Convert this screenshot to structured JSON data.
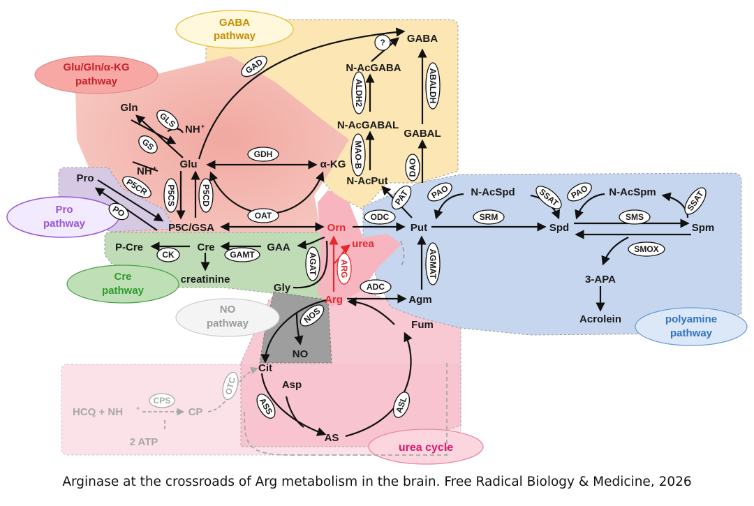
{
  "colors": {
    "glu": "#f2b8b0",
    "gaba": "#fbe6b4",
    "pro": "#d6c9e4",
    "cre": "#bfdcb6",
    "poly": "#c5d6ee",
    "no": "#9e9e9e",
    "urea": "#f8ccd6",
    "arg": "#f7b5c0",
    "red": "#e8272b",
    "pro_text": "#9a55d6",
    "cre_text": "#2e9a2e",
    "urea_text": "#e0156f",
    "poly_text": "#2f72c0",
    "faded": "#a7a7a7"
  },
  "pathways": {
    "gaba": [
      "GABA",
      "pathway"
    ],
    "glu": [
      "Glu/Gln/α-KG",
      "pathway"
    ],
    "pro": [
      "Pro",
      "pathway"
    ],
    "cre": [
      "Cre",
      "pathway"
    ],
    "no": [
      "NO",
      "pathway"
    ],
    "polyamine": [
      "polyamine",
      "pathway"
    ],
    "urea": "urea cycle"
  },
  "metabolites": {
    "gaba": "GABA",
    "n_acgaba": "N-AcGABA",
    "n_acgabal": "N-AcGABAL",
    "gabal": "GABAL",
    "n_acput": "N-AcPut",
    "gln": "Gln",
    "nh4_a": "NH",
    "nh4_b": "NH",
    "plus": "+",
    "glu": "Glu",
    "akg": "α-KG",
    "pro": "Pro",
    "p5c": "P5C/GSA",
    "orn": "Orn",
    "urea": "urea",
    "pcre": "P-Cre",
    "cre": "Cre",
    "gaa": "GAA",
    "creatinine": "creatinine",
    "gly": "Gly",
    "arg": "Arg",
    "agm": "Agm",
    "put": "Put",
    "n_acspd": "N-AcSpd",
    "n_acspm": "N-AcSpm",
    "spd": "Spd",
    "spm": "Spm",
    "apa": "3-APA",
    "acrolein": "Acrolein",
    "no": "NO",
    "fum": "Fum",
    "cit": "Cit",
    "asp": "Asp",
    "as": "AS",
    "hco3": "HCO  + NH",
    "cp": "CP",
    "atp": "2 ATP"
  },
  "enzymes": {
    "q": "?",
    "gad": "GAD",
    "aldh2": "ALDH2",
    "abaldh": "ABALDH",
    "maob": "MAO-B",
    "dao": "DAO",
    "pat": "PAT",
    "gls": "GLS",
    "gs": "GS",
    "gdh": "GDH",
    "p5cr": "P5CR",
    "po": "PO",
    "p5cs": "P5CS",
    "p5cd": "P5CD",
    "oat": "OAT",
    "odc": "ODC",
    "pao1": "PAO",
    "ssat1": "SSAT",
    "pao2": "PAO",
    "ssat2": "SSAT",
    "srm": "SRM",
    "sms": "SMS",
    "smox": "SMOX",
    "agmat": "AGMAT",
    "adc": "ADC",
    "ck": "CK",
    "gamt": "GAMT",
    "agat": "AGAT",
    "arg": "ARG",
    "nos": "NOS",
    "otc": "OTC",
    "cps": "CPS",
    "ass": "ASS",
    "asl": "ASL"
  },
  "caption": "Arginase at the crossroads of Arg metabolism in the brain. Free Radical Biology & Medicine, 2026"
}
